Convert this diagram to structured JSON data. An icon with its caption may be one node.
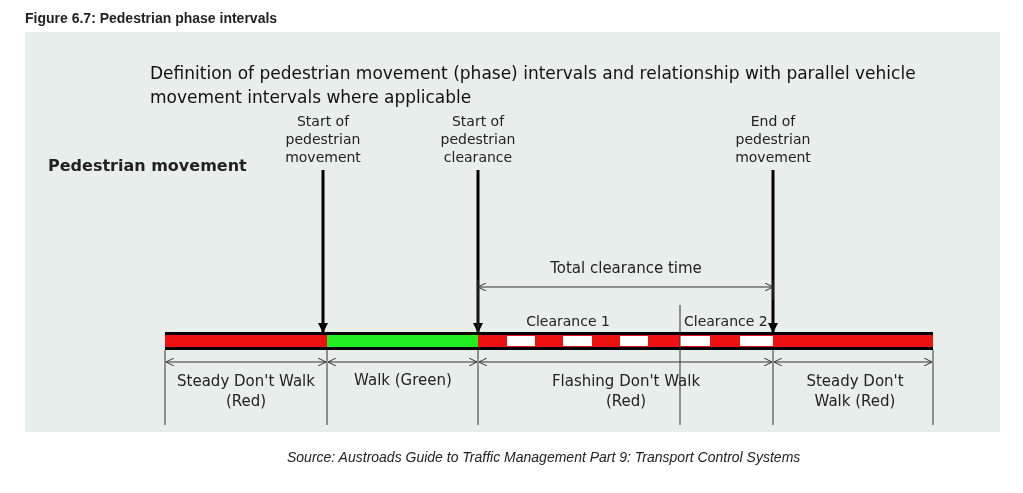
{
  "diagram": {
    "title": "Figure 6.7:  Pedestrian phase intervals",
    "caption": "Source: Austroads Guide to Traffic Management Part 9: Transport Control Systems",
    "nodes": [
      {
        "text": [
          "Start of pedestrian movement"
        ]
      },
      {
        "text": [
          "Start of pedestrian clearance"
        ]
      },
      {
        "text": [
          "End of pedestrian movement"
        ]
      },
      {
        "text": [],
        "shape": "bar"
      }
    ],
    "edges": [
      {
        "from": 0,
        "to": 3,
        "arrow": "to"
      },
      {
        "from": 1,
        "to": 3,
        "arrow": "to"
      },
      {
        "from": 2,
        "to": 3,
        "arrow": "to"
      }
    ],
    "labels": [
      "Definition of pedestrian movement (phase) intervals and relationship with parallel vehicle movement intervals where applicable",
      "Pedestrian movement",
      "Total clearance time",
      "Clearance 1",
      "Clearance 2",
      "Steady Don't Walk (Red)",
      "Walk (Green)",
      "Flashing Don't Walk (Red)",
      "Steady Don't Walk (Red)"
    ]
  }
}
